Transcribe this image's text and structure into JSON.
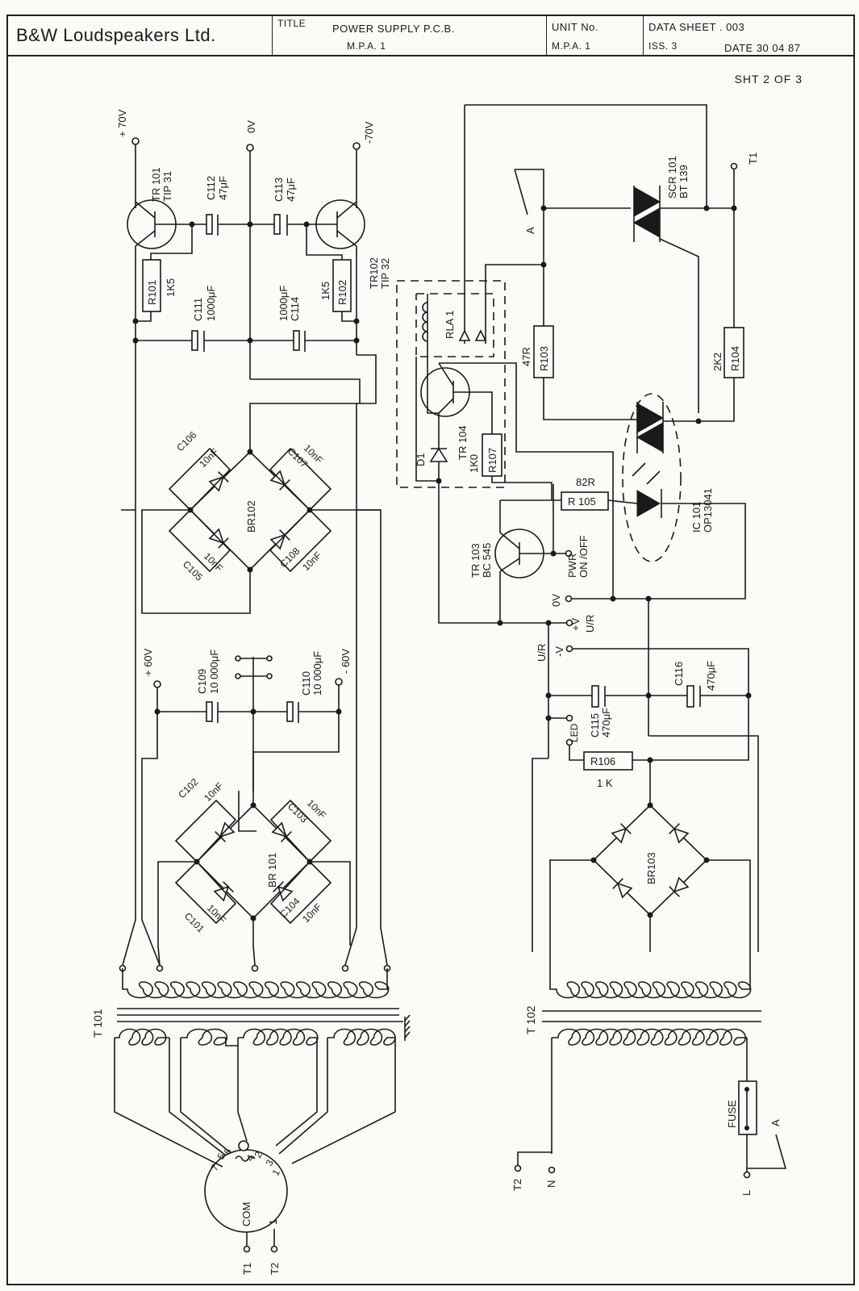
{
  "title_block": {
    "company": "B&W Loudspeakers Ltd.",
    "title_label": "TITLE",
    "title_line1": "POWER SUPPLY P.C.B.",
    "title_line2": "M.P.A. 1",
    "unit_label": "UNIT No.",
    "unit_value": "M.P.A. 1",
    "data_sheet": "DATA SHEET . 003",
    "issue": "ISS. 3",
    "date": "DATE 30 04 87",
    "sheet": "SHT 2 OF 3"
  },
  "rails_top": {
    "pos": "+ 70V",
    "zero": "0V",
    "neg": "-70V"
  },
  "rails_mid": {
    "pos": "+ 60V",
    "neg": "- 60V"
  },
  "transistors": [
    {
      "ref": "TR 101",
      "part": "TIP 31"
    },
    {
      "ref": "TR102",
      "part": "TIP 32"
    },
    {
      "ref": "TR 103",
      "part": "BC 545"
    },
    {
      "ref": "TR 104",
      "part": ""
    }
  ],
  "capacitors": {
    "C112": {
      "ref": "C112",
      "value": "47μF"
    },
    "C113": {
      "ref": "C113",
      "value": "47μF"
    },
    "C111": {
      "ref": "C111",
      "value": "1000μF"
    },
    "C114": {
      "ref": "C114",
      "value": "1000μF"
    },
    "C106": {
      "ref": "C106",
      "value": "10nF"
    },
    "C107": {
      "ref": "C107",
      "value": "10nF"
    },
    "C105": {
      "ref": "C105",
      "value": "10nF"
    },
    "C108": {
      "ref": "C108",
      "value": "10nF"
    },
    "C109": {
      "ref": "C109",
      "value": "10 000μF"
    },
    "C110": {
      "ref": "C110",
      "value": "10 000μF"
    },
    "C102": {
      "ref": "C102",
      "value": "10nF"
    },
    "C103": {
      "ref": "C103",
      "value": "10nF"
    },
    "C101": {
      "ref": "C101",
      "value": "10nF"
    },
    "C104": {
      "ref": "C104",
      "value": "10nF"
    },
    "C115": {
      "ref": "C115",
      "value": "470μF"
    },
    "C116": {
      "ref": "C116",
      "value": "470μF"
    }
  },
  "resistors": {
    "R101": {
      "ref": "R101",
      "value": "1K5"
    },
    "R102": {
      "ref": "R102",
      "value": "1K5"
    },
    "R103": {
      "ref": "R103",
      "value": "47R"
    },
    "R104": {
      "ref": "R104",
      "value": "2K2"
    },
    "R105": {
      "ref": "R 105",
      "value": "82R"
    },
    "R106": {
      "ref": "R106",
      "value": "1 K"
    },
    "R107": {
      "ref": "R107",
      "value": "1K0"
    }
  },
  "bridges": {
    "BR101": "BR 101",
    "BR102": "BR102",
    "BR103": "BR103"
  },
  "relay": "RLA 1",
  "diode": "D1",
  "scr": {
    "ref": "SCR 101",
    "part": "BT 139"
  },
  "opto": {
    "ref": "IC 101",
    "part": "OP13041"
  },
  "labels": {
    "A": "A",
    "T1": "T1",
    "T2": "T2",
    "N": "N",
    "L": "L",
    "pwr": "PWR",
    "onoff": "ON /OFF",
    "zero_v": "0V",
    "plus_v": "+V",
    "ur": "U/R",
    "minus_v": "-V",
    "led": "LED",
    "fuse": "FUSE",
    "com": "COM",
    "T101": "T 101",
    "T102": "T 102",
    "sel_nums": [
      "7",
      "5",
      "6",
      "4",
      "2",
      "3",
      "1"
    ],
    "sel_in": "1"
  }
}
